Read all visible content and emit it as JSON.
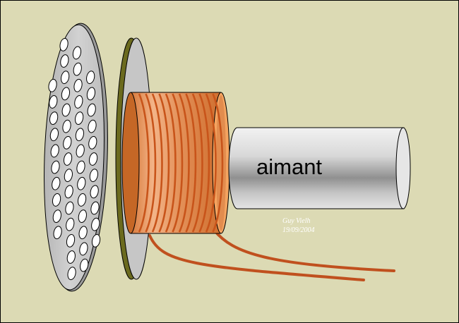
{
  "diagram": {
    "magnet_label": "aimant",
    "signature_name": "Guy Vielh",
    "signature_date": "19/09/2004"
  },
  "colors": {
    "background": "#dcdab4",
    "border": "#000000",
    "grille_face": "#c8c8c8",
    "membrane": "#c6c6c6",
    "membrane_rim": "#6b6a1e",
    "coil_copper": "#d2691e",
    "wire": "#c0501e",
    "magnet_gray": "#b8b8b8"
  }
}
